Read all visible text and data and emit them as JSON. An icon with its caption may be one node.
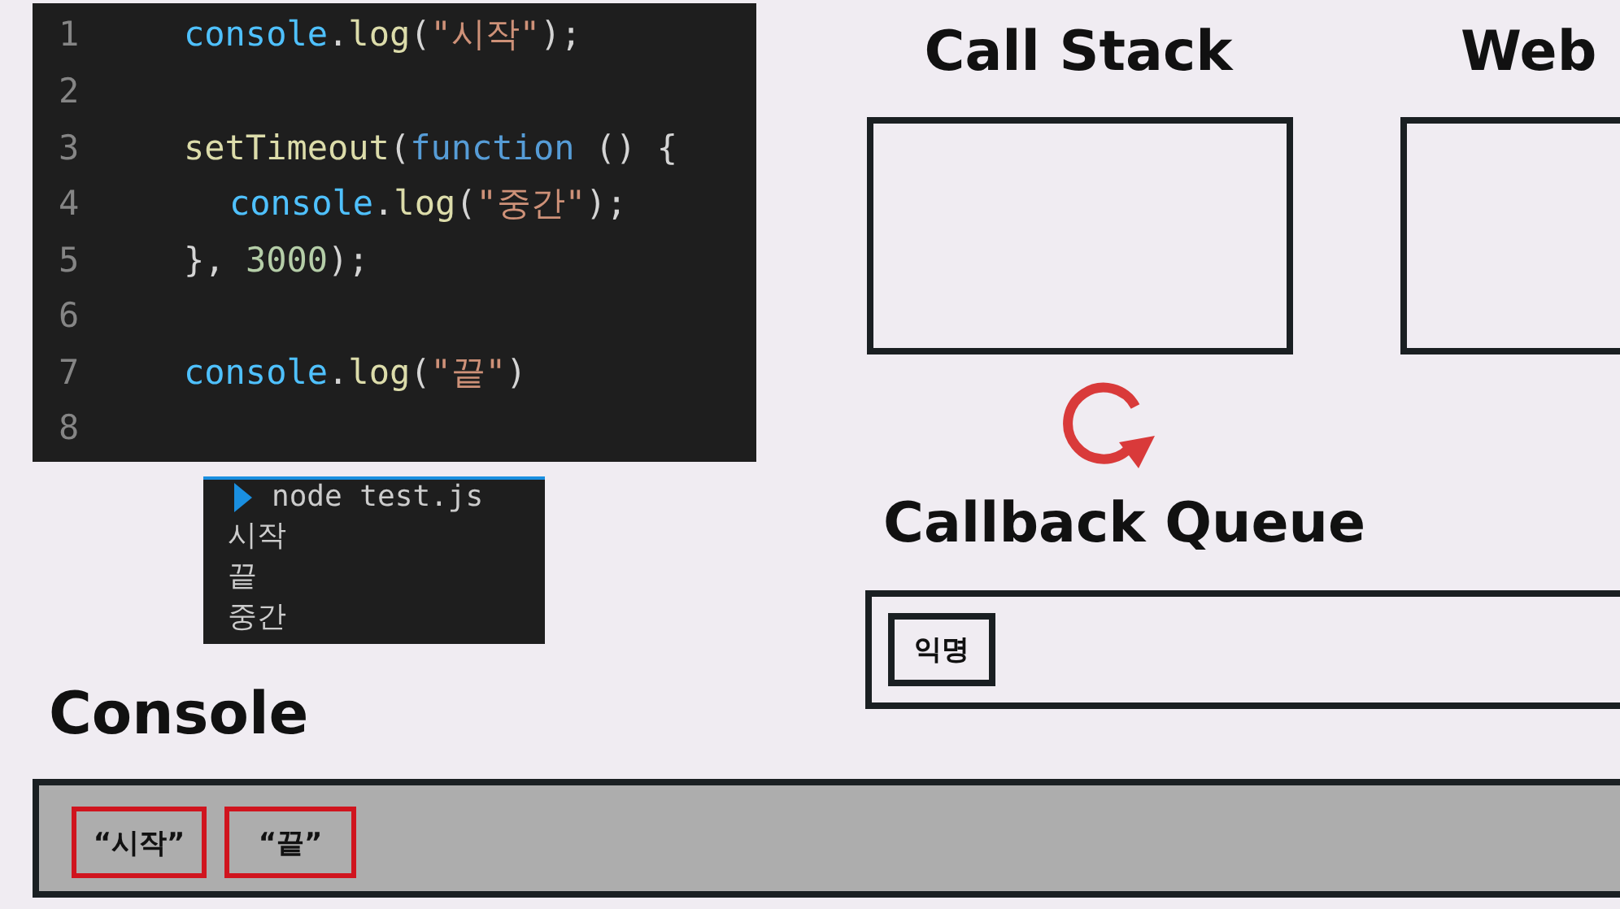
{
  "diagram": {
    "nodes": [
      {
        "text": [
          "Call Stack"
        ]
      },
      {
        "text": [
          "Web"
        ]
      },
      {
        "text": [
          "Callback Queue"
        ]
      },
      {
        "text": [
          "익명"
        ],
        "in": 2
      },
      {
        "text": [
          "Console"
        ]
      },
      {
        "text": [
          "“시작”"
        ],
        "in": 4
      },
      {
        "text": [
          "“끝”"
        ],
        "in": 4
      }
    ],
    "edges": [],
    "labels": [
      "1",
      "console.log(\"시작\");",
      "2",
      "3",
      "setTimeout(function () {",
      "4",
      "console.log(\"중간\");",
      "5",
      "}, 3000);",
      "6",
      "7",
      "console.log(\"끝\")",
      "8",
      "node test.js",
      "시작",
      "끝",
      "중간"
    ]
  }
}
